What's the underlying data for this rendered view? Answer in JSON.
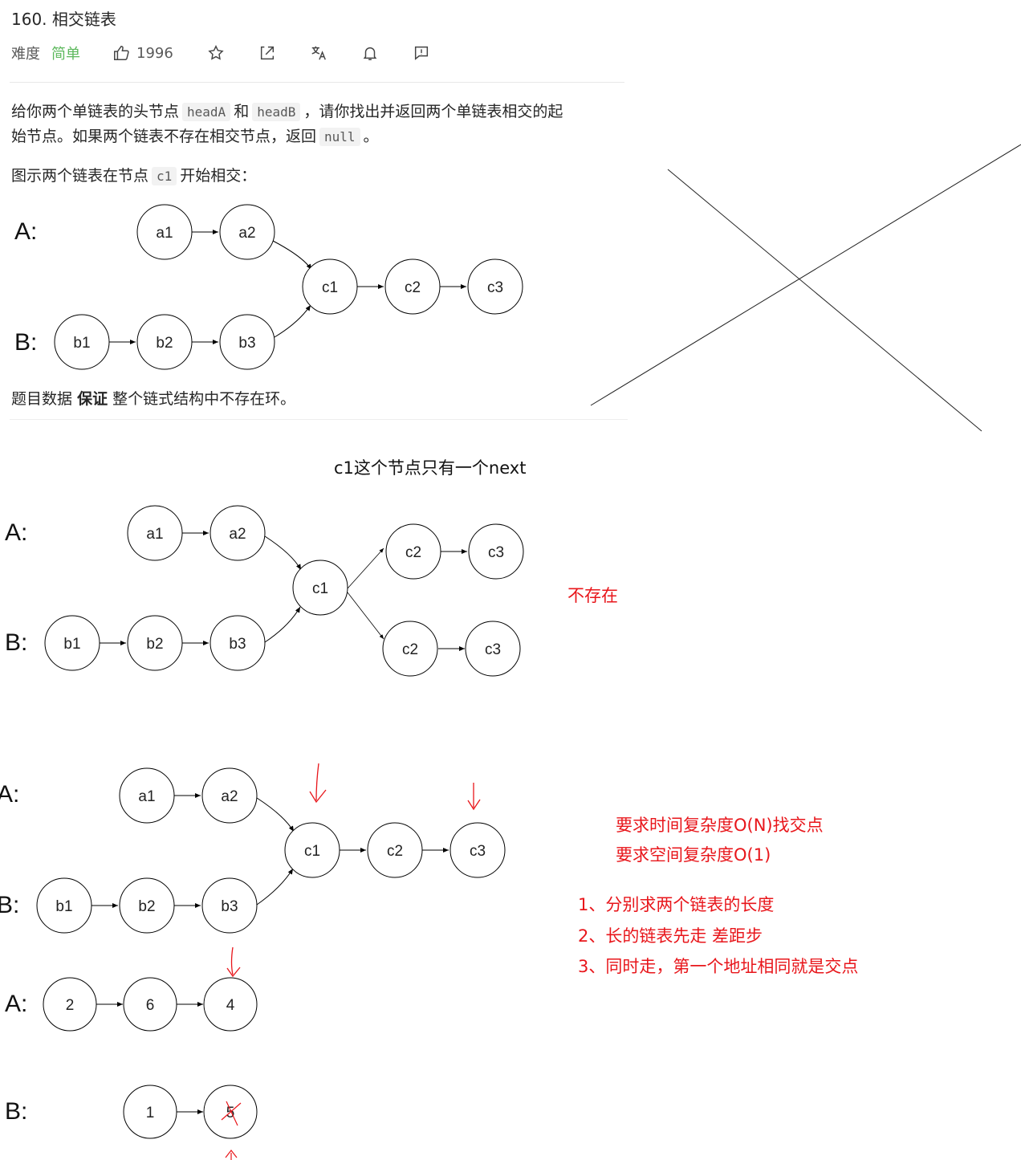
{
  "problem": {
    "title": "160. 相交链表",
    "difficulty_label": "难度",
    "difficulty": "简单",
    "likes": "1996"
  },
  "description": {
    "p1_a": "给你两个单链表的头节点",
    "p1_code1": "headA",
    "p1_b": "和",
    "p1_code2": "headB",
    "p1_c": "，请你找出并返回两个单链表相交的起",
    "p1_d": "始节点。如果两个链表不存在相交节点，返回",
    "p1_code3": "null",
    "p1_e": "。",
    "p2_a": "图示两个链表在节点",
    "p2_code": "c1",
    "p2_b": "开始相交：",
    "p3_a": "题目数据",
    "p3_bold": "保证",
    "p3_b": "整个链式结构中不存在环。"
  },
  "diagram1": {
    "label_a": "A:",
    "label_b": "B:",
    "nodes": [
      "a1",
      "a2",
      "c1",
      "c2",
      "c3",
      "b1",
      "b2",
      "b3"
    ]
  },
  "notes": {
    "single_next": "c1这个节点只有一个next",
    "not_exist": "不存在",
    "req_time": "要求时间复杂度O(N)找交点",
    "req_space": "要求空间复杂度O(1)",
    "step1": "1、分别求两个链表的长度",
    "step2": "2、长的链表先走 差距步",
    "step3": "3、同时走，第一个地址相同就是交点"
  },
  "diagram2": {
    "label_a": "A:",
    "label_b": "B:",
    "nodes": [
      "a1",
      "a2",
      "c1",
      "c2",
      "c3",
      "c2",
      "c3",
      "b1",
      "b2",
      "b3"
    ]
  },
  "diagram3": {
    "label_a": "A:",
    "label_b": "B:",
    "nodes": [
      "a1",
      "a2",
      "c1",
      "c2",
      "c3",
      "b1",
      "b2",
      "b3"
    ]
  },
  "diagram4": {
    "label_a": "A:",
    "label_b": "B:",
    "list_a": [
      "2",
      "6",
      "4"
    ],
    "list_b": [
      "1",
      "5"
    ]
  },
  "colors": {
    "accent_red": "#e8161b",
    "easy_green": "#5cb85c"
  }
}
